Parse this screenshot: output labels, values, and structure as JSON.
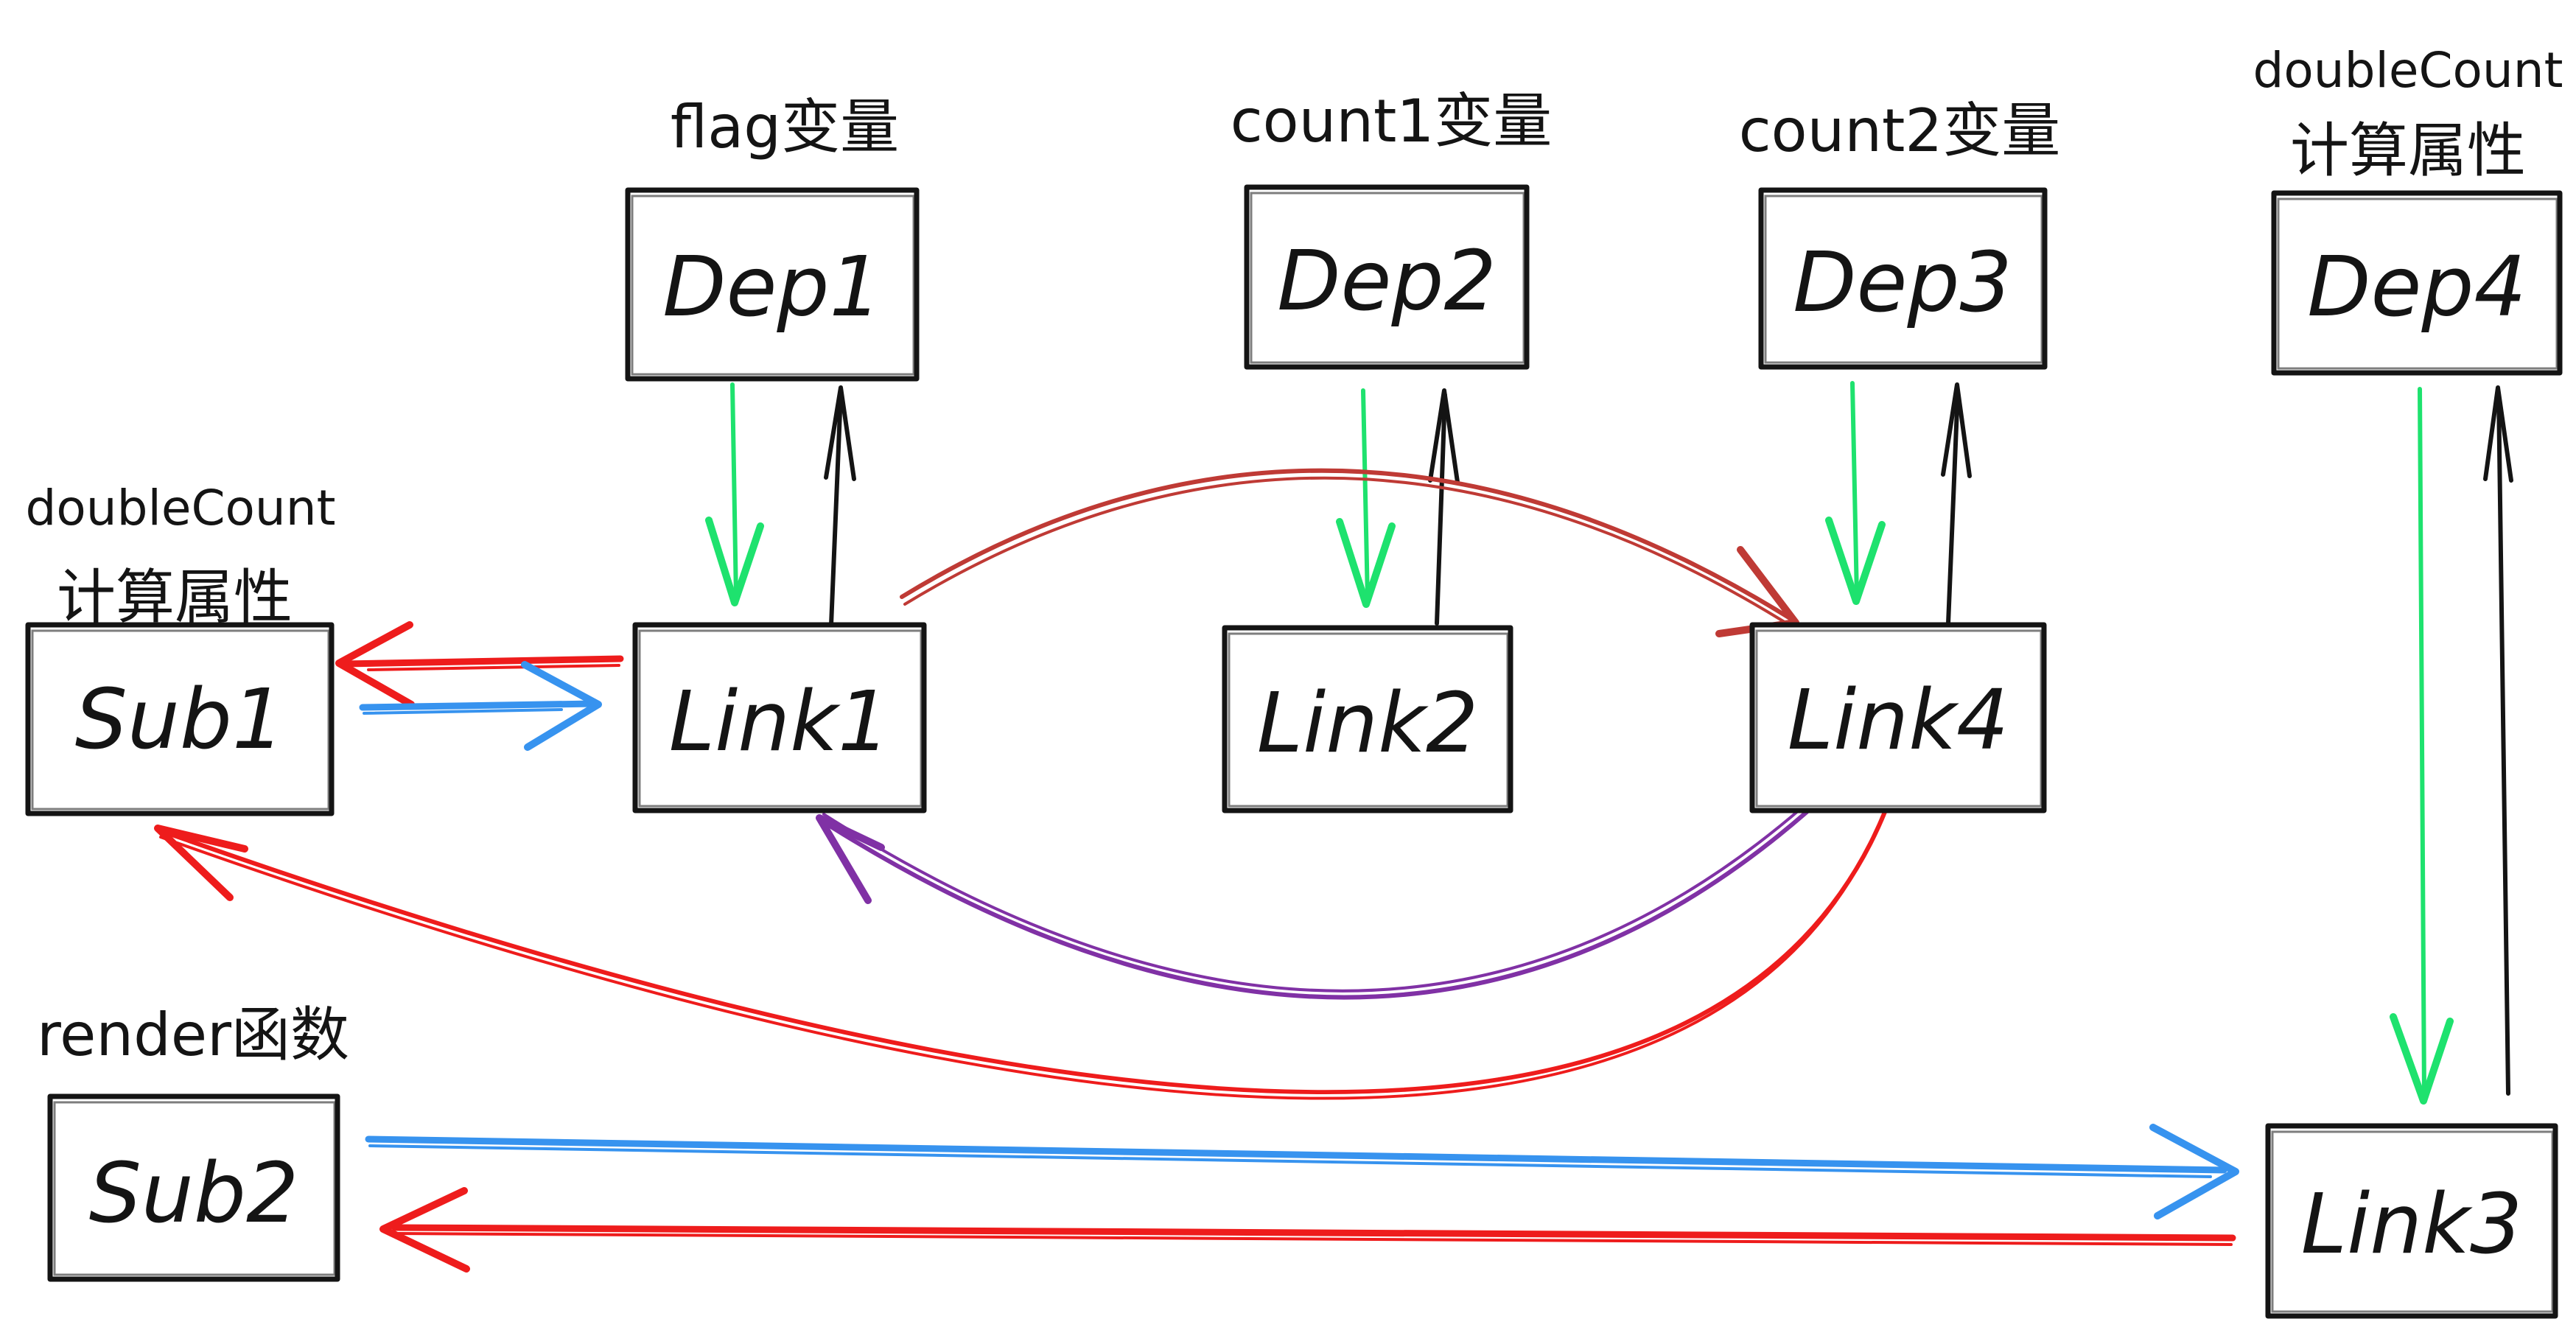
{
  "colors": {
    "box_stroke": "#141414",
    "green": "#1ee26e",
    "black": "#141414",
    "blue": "#3793ef",
    "red": "#ee1c1c",
    "dark_red": "#bf3a35",
    "purple": "#8031a5"
  },
  "nodes": {
    "dep1": {
      "label": "Dep1",
      "caption": "flag变量"
    },
    "dep2": {
      "label": "Dep2",
      "caption": "count1变量"
    },
    "dep3": {
      "label": "Dep3",
      "caption": "count2变量"
    },
    "dep4": {
      "label": "Dep4",
      "caption_line1": "doubleCount",
      "caption_line2": "计算属性"
    },
    "sub1": {
      "label": "Sub1",
      "caption_line1": "doubleCount",
      "caption_line2": "计算属性"
    },
    "link1": {
      "label": "Link1"
    },
    "link2": {
      "label": "Link2"
    },
    "link4": {
      "label": "Link4"
    },
    "sub2": {
      "label": "Sub2",
      "caption": "render函数"
    },
    "link3": {
      "label": "Link3"
    }
  },
  "edges": [
    {
      "from": "Dep1",
      "to": "Link1",
      "color": "green",
      "shape": "straight-down"
    },
    {
      "from": "Link1",
      "to": "Dep1",
      "color": "black",
      "shape": "straight-up"
    },
    {
      "from": "Dep2",
      "to": "Link2",
      "color": "green",
      "shape": "straight-down"
    },
    {
      "from": "Link2",
      "to": "Dep2",
      "color": "black",
      "shape": "straight-up"
    },
    {
      "from": "Dep3",
      "to": "Link4",
      "color": "green",
      "shape": "straight-down"
    },
    {
      "from": "Link4",
      "to": "Dep3",
      "color": "black",
      "shape": "straight-up"
    },
    {
      "from": "Dep4",
      "to": "Link3",
      "color": "green",
      "shape": "straight-down-long"
    },
    {
      "from": "Link3",
      "to": "Dep4",
      "color": "black",
      "shape": "straight-up-long"
    },
    {
      "from": "Link1",
      "to": "Sub1",
      "color": "red",
      "shape": "straight-left"
    },
    {
      "from": "Sub1",
      "to": "Link1",
      "color": "blue",
      "shape": "straight-right"
    },
    {
      "from": "Link1",
      "to": "Link4",
      "color": "dark_red",
      "shape": "arc-over-top"
    },
    {
      "from": "Link4",
      "to": "Link1",
      "color": "purple",
      "shape": "arc-under"
    },
    {
      "from": "Link4",
      "to": "Sub1",
      "color": "red",
      "shape": "arc-under-long"
    },
    {
      "from": "Sub2",
      "to": "Link3",
      "color": "blue",
      "shape": "straight-right-long"
    },
    {
      "from": "Link3",
      "to": "Sub2",
      "color": "red",
      "shape": "straight-left-long"
    }
  ]
}
